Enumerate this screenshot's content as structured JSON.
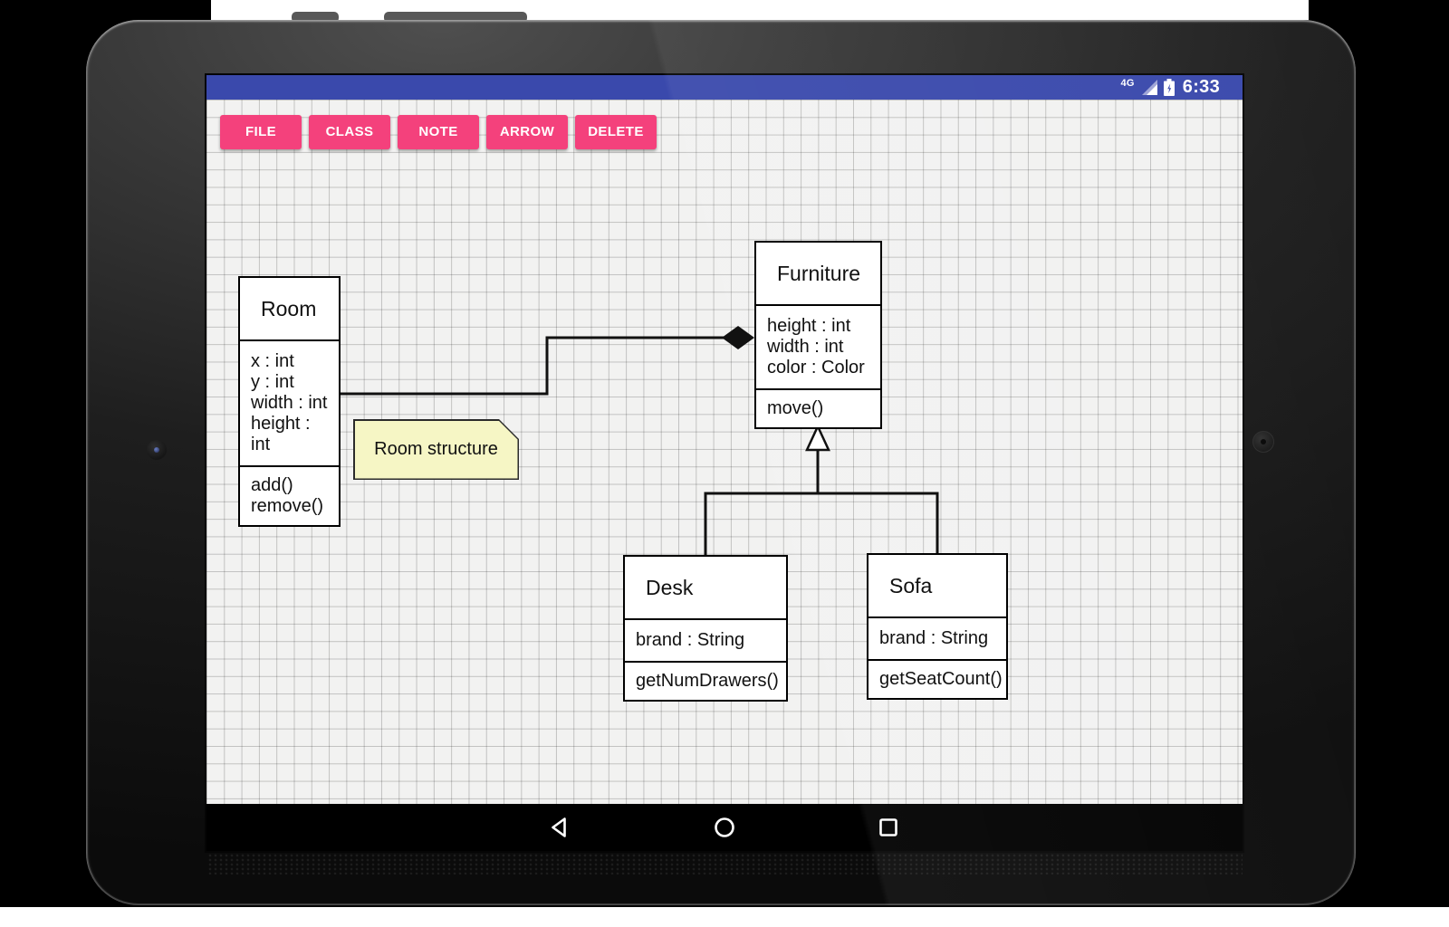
{
  "device": {
    "type": "android-tablet",
    "bezel_color": "#2a2a2a"
  },
  "status_bar": {
    "network": "4G",
    "time": "6:33",
    "bg_color": "#3A49AC"
  },
  "toolbar": {
    "button_color": "#F4417C",
    "buttons": [
      "FILE",
      "CLASS",
      "NOTE",
      "ARROW",
      "DELETE"
    ]
  },
  "diagram": {
    "canvas": {
      "grid": true,
      "grid_color": "#bfbfbf",
      "bg_color": "#f2f2f1"
    },
    "classes": [
      {
        "name": "Room",
        "attributes": [
          "x : int",
          "y : int",
          "width : int",
          "height : int"
        ],
        "methods": [
          "add()",
          "remove()"
        ]
      },
      {
        "name": "Furniture",
        "attributes": [
          "height : int",
          "width : int",
          "color : Color"
        ],
        "methods": [
          "move()"
        ]
      },
      {
        "name": "Desk",
        "attributes": [
          "brand : String"
        ],
        "methods": [
          "getNumDrawers()"
        ]
      },
      {
        "name": "Sofa",
        "attributes": [
          "brand : String"
        ],
        "methods": [
          "getSeatCount()"
        ]
      }
    ],
    "note": {
      "text": "Room structure",
      "bg_color": "#F6F6C5"
    },
    "relationships": [
      {
        "type": "aggregation",
        "from": "Room",
        "to": "Furniture",
        "diamond_at": "Furniture"
      },
      {
        "type": "inheritance",
        "child": "Desk",
        "parent": "Furniture"
      },
      {
        "type": "inheritance",
        "child": "Sofa",
        "parent": "Furniture"
      }
    ]
  },
  "nav_bar": {
    "buttons": [
      "back",
      "home",
      "recents"
    ]
  }
}
